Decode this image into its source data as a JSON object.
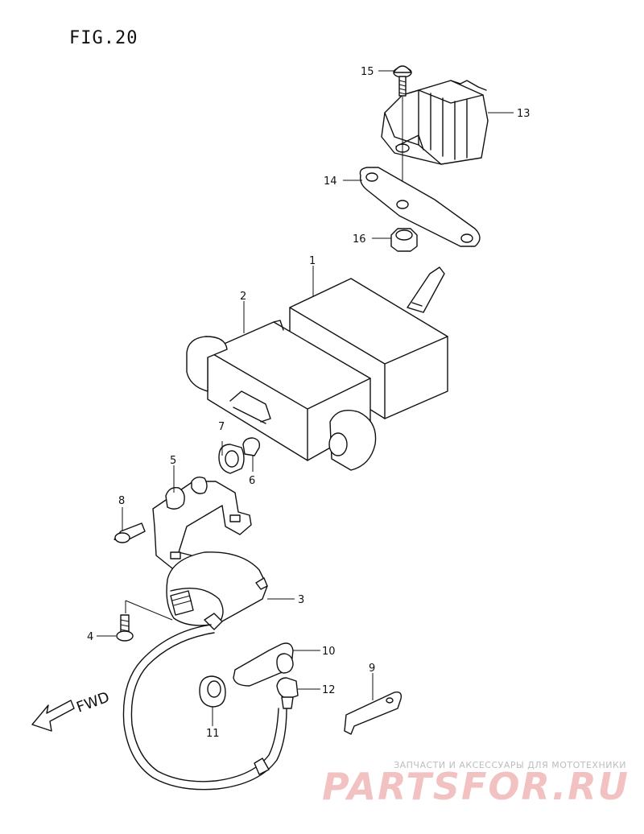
{
  "title": "FIG.20",
  "fwd_label": "FWD",
  "callouts": {
    "c1": "1",
    "c2": "2",
    "c3": "3",
    "c4": "4",
    "c5": "5",
    "c6": "6",
    "c7": "7",
    "c8": "8",
    "c9": "9",
    "c10": "10",
    "c11": "11",
    "c12": "12",
    "c13": "13",
    "c14": "14",
    "c15": "15",
    "c16": "16"
  },
  "watermark": {
    "tagline": "ЗАПЧАСТИ И АКСЕССУАРЫ ДЛЯ МОТОТЕХНИКИ",
    "logo": "PARTSFOR.RU",
    "color": "#f2c2c2"
  }
}
